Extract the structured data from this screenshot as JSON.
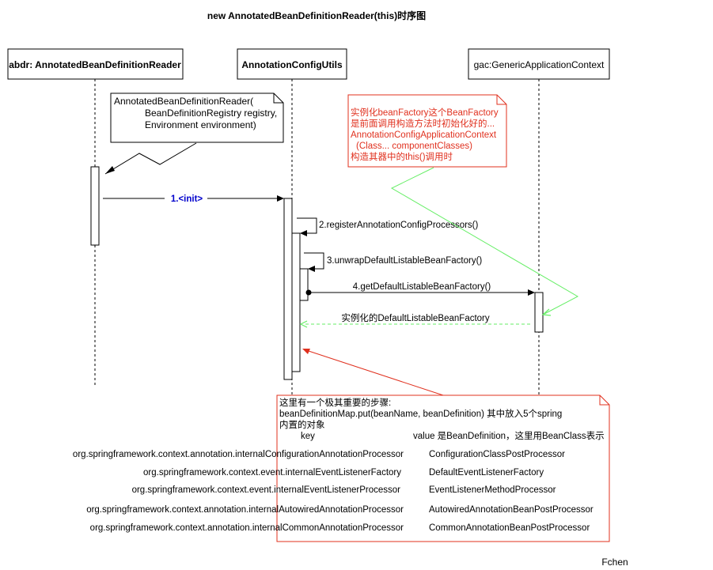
{
  "title": "new AnnotatedBeanDefinitionReader(this)时序图",
  "participants": [
    {
      "id": "abdr",
      "label_prefix": "abdr:",
      "label_rest": " AnnotatedBeanDefinitionReader"
    },
    {
      "id": "acu",
      "label": "AnnotationConfigUtils"
    },
    {
      "id": "gac",
      "label": "gac:GenericApplicationContext"
    }
  ],
  "messages": {
    "m1": "1.<init>",
    "m2": "2.registerAnnotationConfigProcessors()",
    "m3": "3.unwrapDefaultListableBeanFactory()",
    "m4": "4.getDefaultListableBeanFactory()",
    "m5": "实例化的DefaultListableBeanFactory"
  },
  "notes": {
    "constructor": [
      "AnnotatedBeanDefinitionReader(",
      "BeanDefinitionRegistry registry,",
      "Environment environment)"
    ],
    "factory": [
      "实例化beanFactory这个BeanFactory",
      "是前面调用构造方法时初始化好的...",
      "AnnotationConfigApplicationContext",
      "(Class... componentClasses)",
      "构造其器中的this()调用时"
    ],
    "steps": {
      "lines": [
        "这里有一个极其重要的步骤:",
        "beanDefinitionMap.put(beanName, beanDefinition) 其中放入5个spring",
        "内置的对象"
      ],
      "key_header": "key",
      "value_header": "value 是BeanDefinition，这里用BeanClass表示",
      "rows": [
        {
          "key": "org.springframework.context.annotation.internalConfigurationAnnotationProcessor",
          "value": "ConfigurationClassPostProcessor"
        },
        {
          "key": "org.springframework.context.event.internalEventListenerFactory",
          "value": "DefaultEventListenerFactory"
        },
        {
          "key": "org.springframework.context.event.internalEventListenerProcessor",
          "value": "EventListenerMethodProcessor"
        },
        {
          "key": "org.springframework.context.annotation.internalAutowiredAnnotationProcessor",
          "value": "AutowiredAnnotationBeanPostProcessor"
        },
        {
          "key": "org.springframework.context.annotation.internalCommonAnnotationProcessor",
          "value": "CommonAnnotationBeanPostProcessor"
        }
      ]
    }
  },
  "author": "Fchen",
  "colors": {
    "note_red": "#e0301e",
    "green": "#66ee66",
    "message_blue": "#0000cc"
  }
}
